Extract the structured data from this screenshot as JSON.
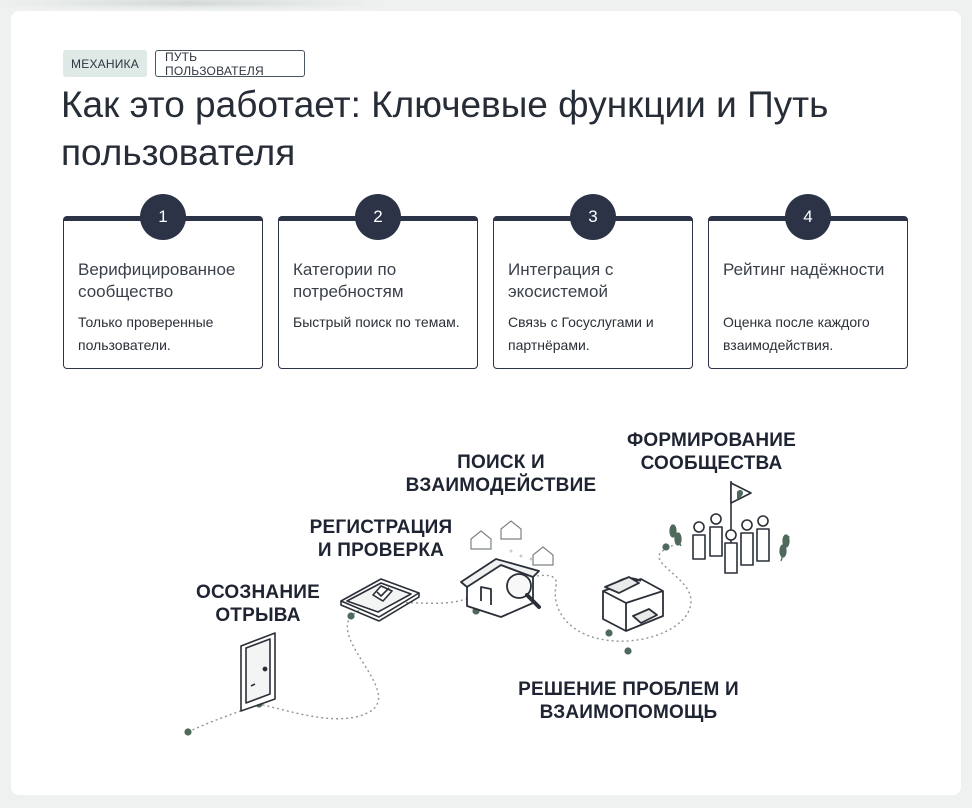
{
  "tags": [
    "МЕХАНИКА",
    "ПУТЬ ПОЛЬЗОВАТЕЛЯ"
  ],
  "title": "Как это работает: Ключевые функции и Путь пользователя",
  "features": [
    {
      "number": "1",
      "heading": "Верифицированное сообщество",
      "description": "Только проверенные пользователи."
    },
    {
      "number": "2",
      "heading": "Категории по потребностям",
      "description": "Быстрый поиск по темам."
    },
    {
      "number": "3",
      "heading": "Интеграция с экосистемой",
      "description": "Связь с Госуслугами и партнёрами."
    },
    {
      "number": "4",
      "heading": "Рейтинг надёжности",
      "description": "Оценка после каждого взаимодействия."
    }
  ],
  "journey": {
    "stages": [
      {
        "label": "ОСОЗНАНИЕ ОТРЫВА",
        "icon": "door-icon"
      },
      {
        "label": "РЕГИСТРАЦИЯ И ПРОВЕРКА",
        "icon": "tablet-check-icon"
      },
      {
        "label": "ПОИСК И ВЗАИМОДЕЙСТВИЕ",
        "icon": "house-magnifier-icon"
      },
      {
        "label": "РЕШЕНИЕ ПРОБЛЕМ И ВЗАИМОПОМОЩЬ",
        "icon": "toolbox-hands-icon"
      },
      {
        "label": "ФОРМИРОВАНИЕ СООБЩЕСТВА",
        "icon": "community-flag-icon"
      }
    ]
  },
  "colors": {
    "dark": "#2c3347",
    "accent_green": "#4f6a5c",
    "tag_bg": "#dfe9e5"
  }
}
